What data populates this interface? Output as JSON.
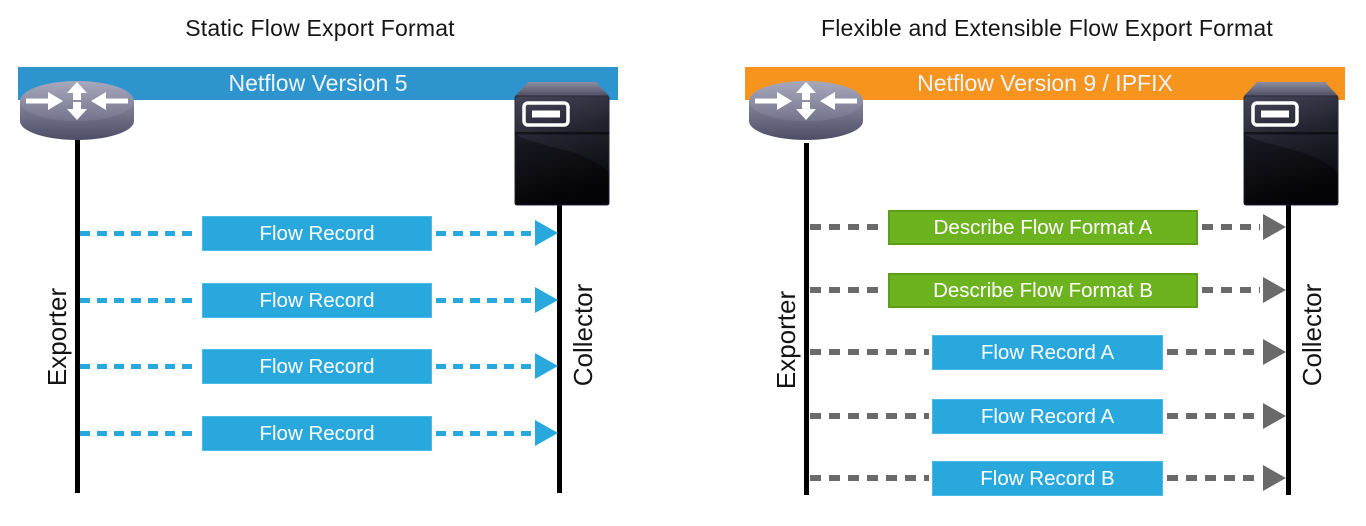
{
  "left_panel": {
    "title": "Static Flow Export Format",
    "banner_label": "Netflow Version 5",
    "exporter_label": "Exporter",
    "collector_label": "Collector",
    "rows": [
      {
        "label": "Flow Record",
        "type": "flow-record"
      },
      {
        "label": "Flow Record",
        "type": "flow-record"
      },
      {
        "label": "Flow Record",
        "type": "flow-record"
      },
      {
        "label": "Flow Record",
        "type": "flow-record"
      }
    ]
  },
  "right_panel": {
    "title": "Flexible and Extensible Flow Export Format",
    "banner_label": "Netflow Version 9 / IPFIX",
    "exporter_label": "Exporter",
    "collector_label": "Collector",
    "rows": [
      {
        "label": "Describe Flow Format A",
        "type": "template-description"
      },
      {
        "label": "Describe Flow Format B",
        "type": "template-description"
      },
      {
        "label": "Flow Record A",
        "type": "flow-record"
      },
      {
        "label": "Flow Record A",
        "type": "flow-record"
      },
      {
        "label": "Flow Record B",
        "type": "flow-record"
      }
    ]
  },
  "colors": {
    "netflow_v5_banner": "#2E94CE",
    "netflow_v9_banner": "#F7941E",
    "flow_record_box": "#29A8DE",
    "template_box": "#6DB31F",
    "blue_dash": "#29A8DE",
    "gray_dash": "#6A6A6A",
    "timeline_line": "#000000"
  }
}
